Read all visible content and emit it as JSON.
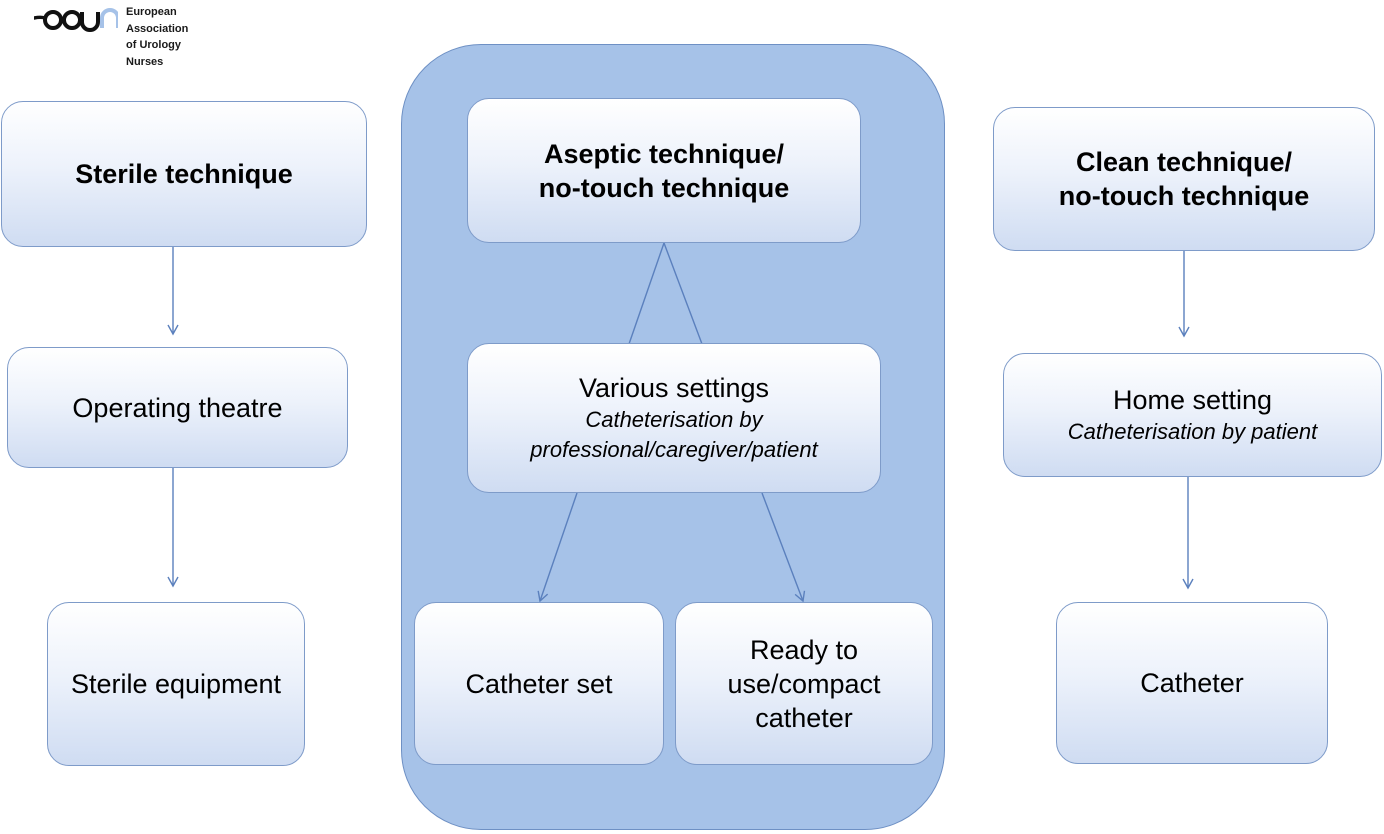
{
  "logo": {
    "wordmark": "eaun",
    "lines": [
      "European",
      "Association",
      "of Urology",
      "Nurses"
    ]
  },
  "sterile": {
    "title": "Sterile technique",
    "setting": "Operating theatre",
    "equipment": "Sterile equipment"
  },
  "aseptic": {
    "title_line1": "Aseptic technique/",
    "title_line2": "no-touch technique",
    "setting": "Various settings",
    "setting_detail_line1": "Catheterisation by",
    "setting_detail_line2": "professional/caregiver/patient",
    "option1": "Catheter set",
    "option2_line1": "Ready to",
    "option2_line2": "use/compact",
    "option2_line3": "catheter"
  },
  "clean": {
    "title_line1": "Clean technique/",
    "title_line2": "no-touch technique",
    "setting": "Home setting",
    "setting_detail": "Catheterisation by patient",
    "equipment": "Catheter"
  },
  "colors": {
    "panel_fill": "#a6c2e8",
    "box_border": "#7e9bc9",
    "connector": "#5b80bd"
  }
}
